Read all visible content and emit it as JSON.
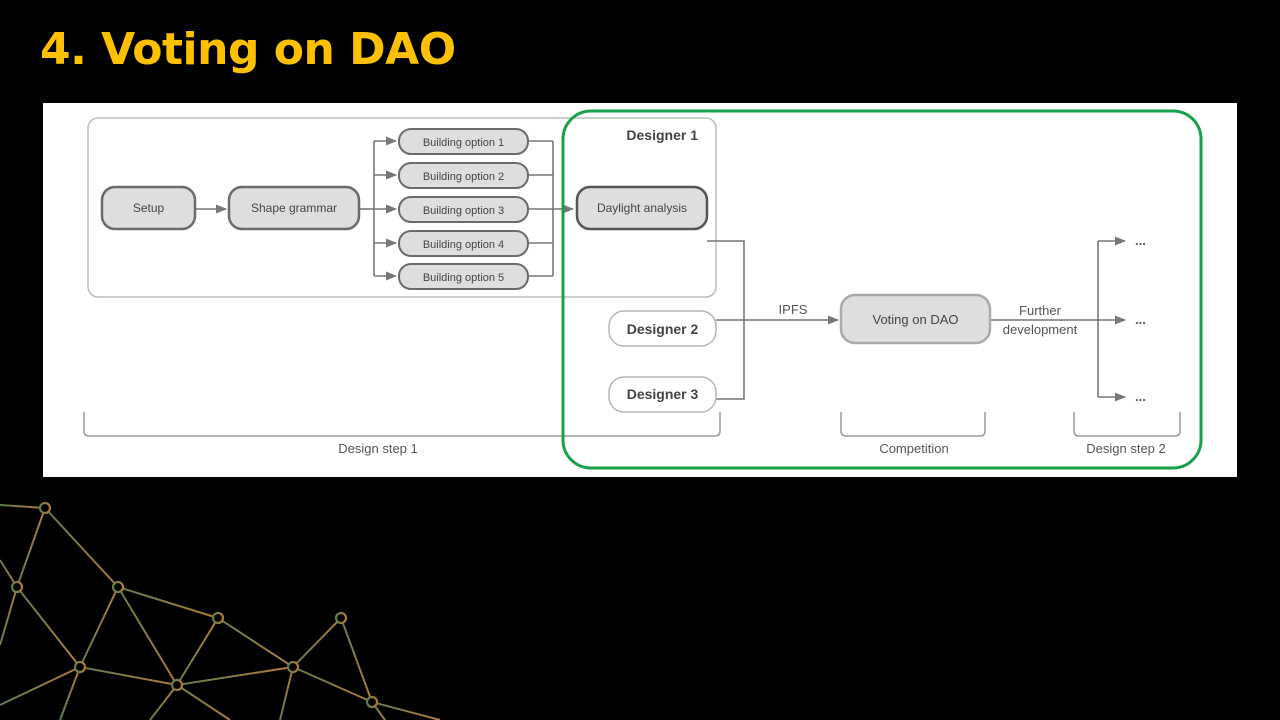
{
  "slide": {
    "title": "4. Voting on DAO",
    "title_color": "#FFC000",
    "background": "#000000"
  },
  "diagram": {
    "designer1_label": "Designer 1",
    "nodes": {
      "setup": "Setup",
      "shape_grammar": "Shape grammar",
      "options": [
        "Building option 1",
        "Building option 2",
        "Building option 3",
        "Building option 4",
        "Building option 5"
      ],
      "daylight": "Daylight analysis",
      "designer2": "Designer 2",
      "designer3": "Designer 3",
      "voting": "Voting on DAO"
    },
    "edge_labels": {
      "ipfs": "IPFS",
      "further_line1": "Further",
      "further_line2": "development"
    },
    "outputs": [
      "...",
      "...",
      "..."
    ],
    "brackets": {
      "design_step_1": "Design step 1",
      "competition": "Competition",
      "design_step_2": "Design step 2"
    },
    "colors": {
      "node_fill": "#DEDEDE",
      "node_stroke": "#6B6B6B",
      "highlight": "#19A04B",
      "text": "#444444"
    }
  }
}
